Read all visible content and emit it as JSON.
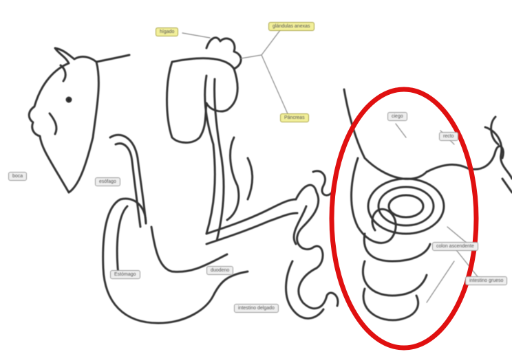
{
  "diagram": {
    "labels": {
      "higado": "hígado",
      "glandulas_anexas": "glándulas anexas",
      "pancreas": "Páncreas",
      "boca": "boca",
      "esofago": "esófago",
      "estomago": "Estómago",
      "duodeno": "duodeno",
      "intestino_delgado": "intestino delgado",
      "ciego": "ciego",
      "recto": "recto",
      "colon_ascendente": "colon ascendente",
      "intestino_grueso": "intestino grueso"
    },
    "colors": {
      "outline": "#333333",
      "highlight": "#e01010",
      "label_fill": "#eeeeee",
      "label_yellow": "#f2ef9a"
    }
  }
}
